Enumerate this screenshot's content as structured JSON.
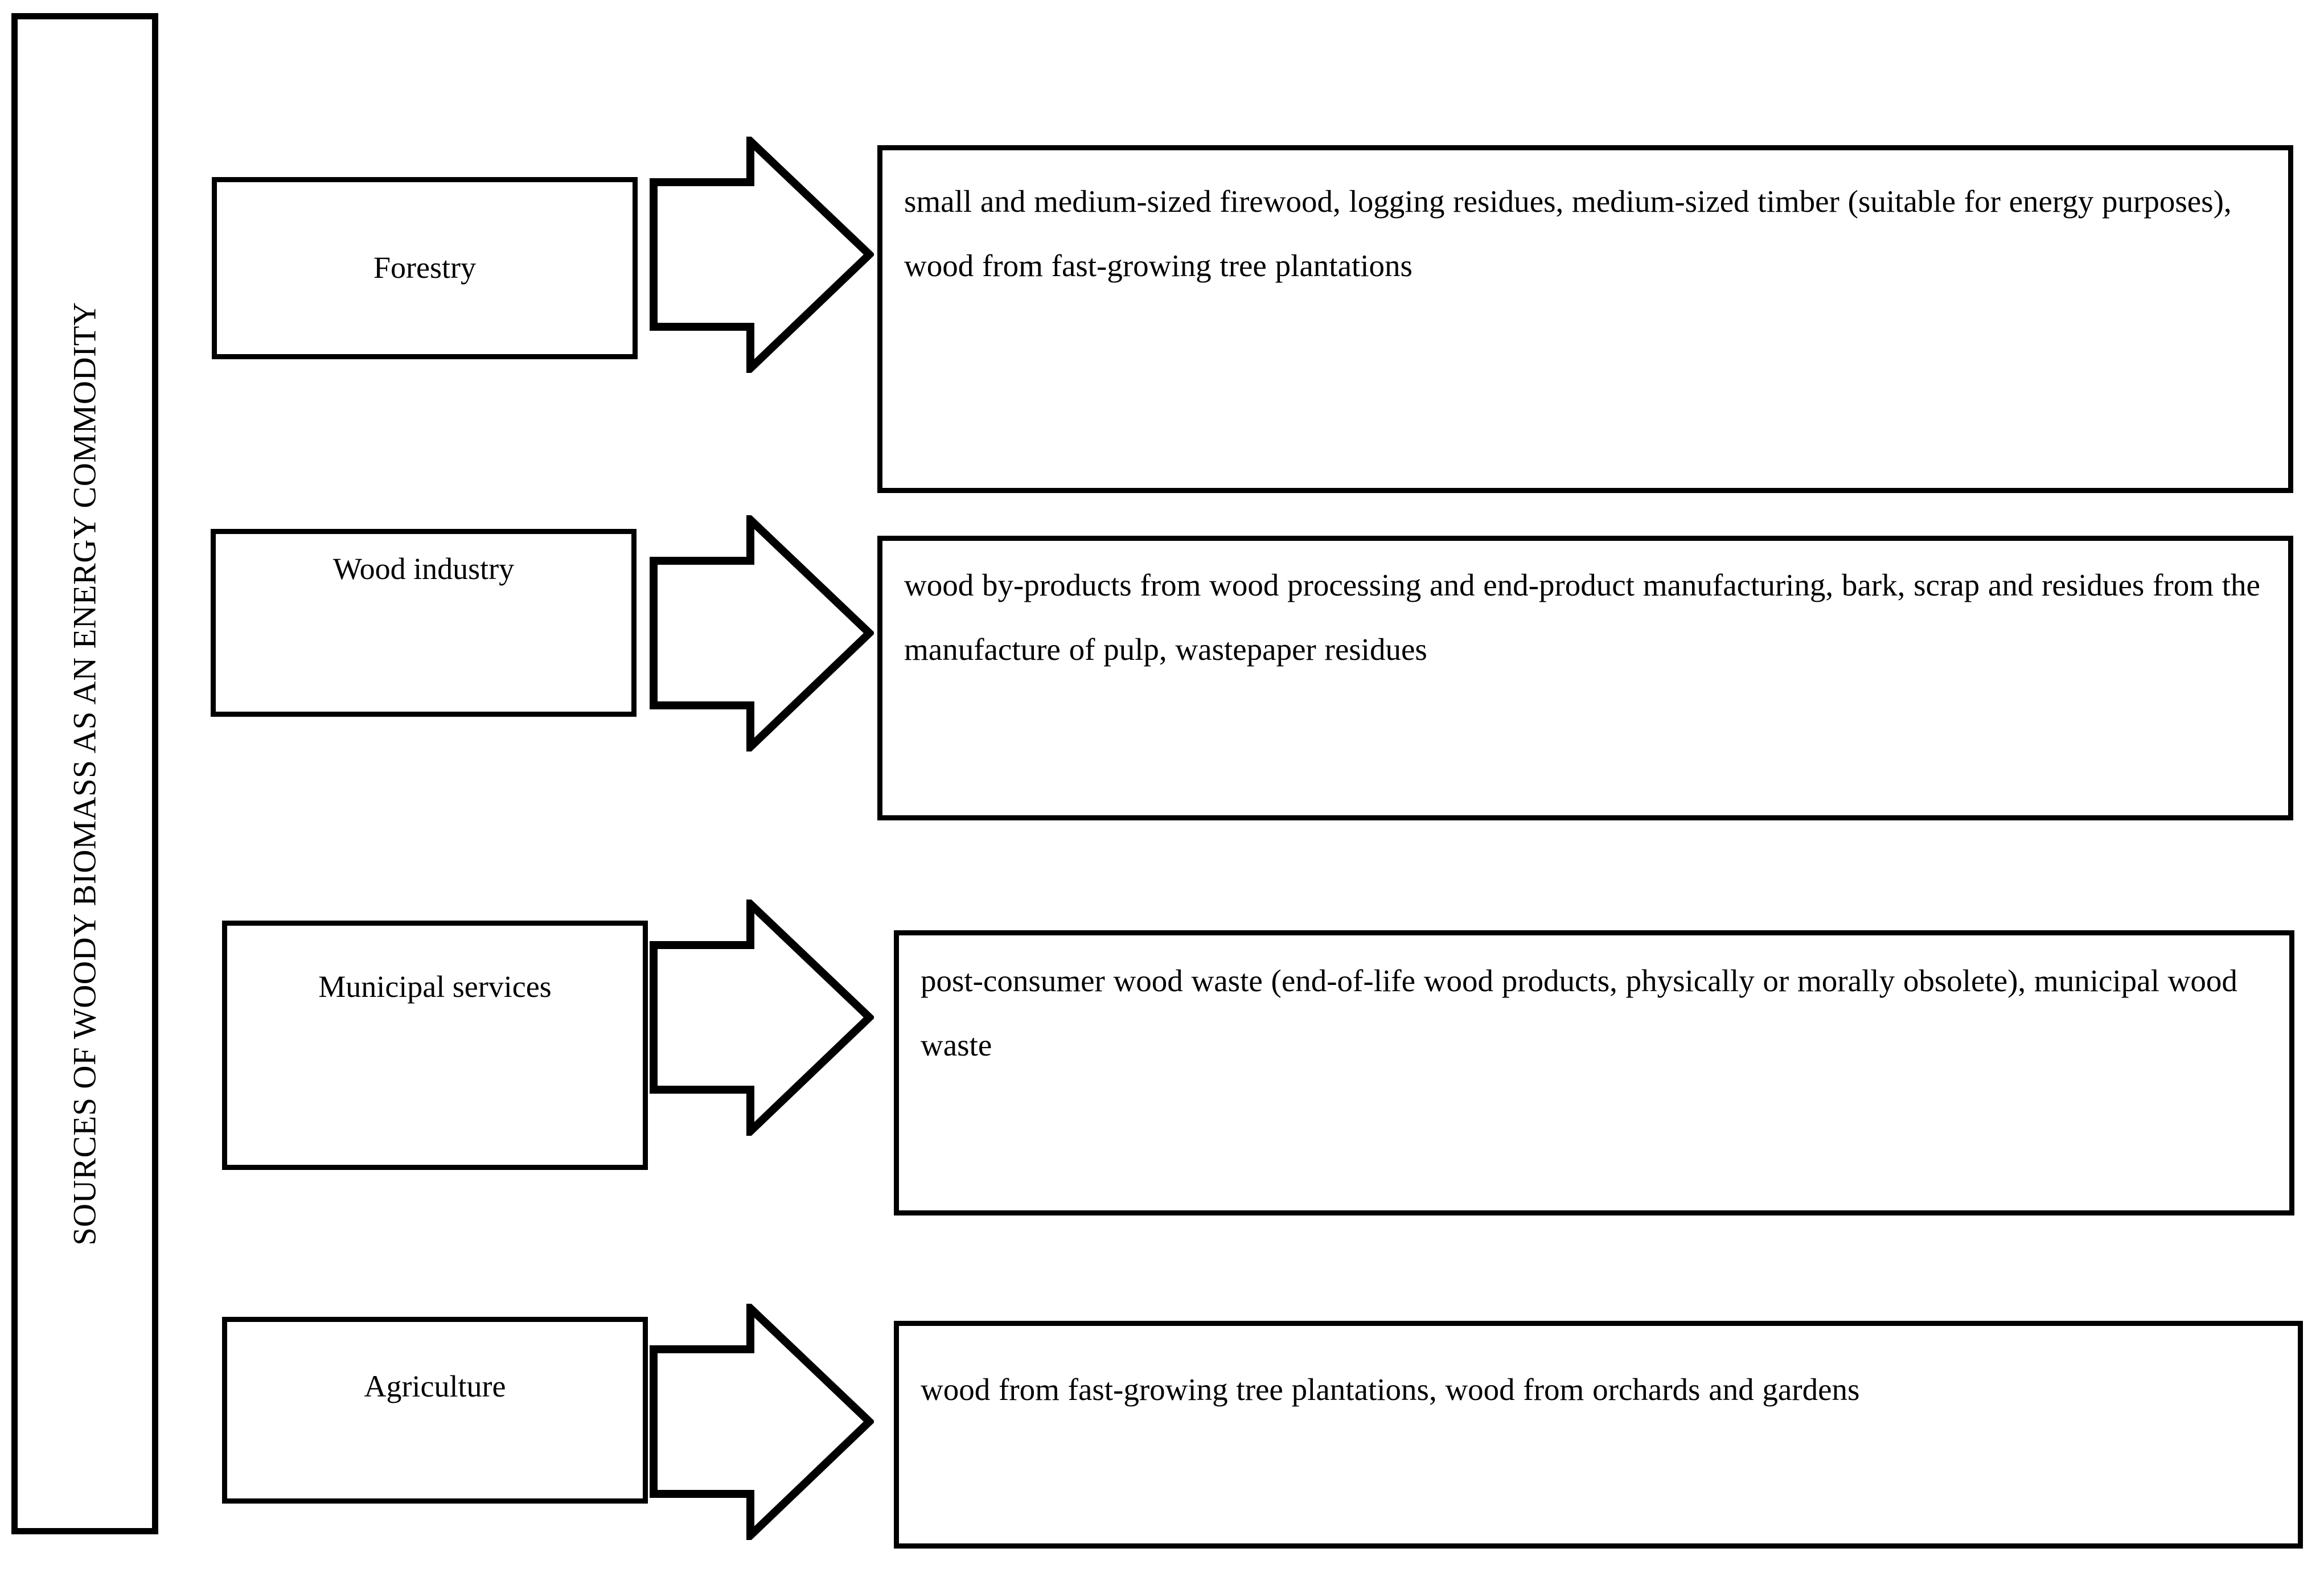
{
  "diagram": {
    "title": "SOURCES OF WOODY BIOMASS AS AN ENERGY COMMODITY",
    "colors": {
      "background": "#ffffff",
      "stroke": "#000000",
      "text": "#000000"
    },
    "arrow_icon_name": "right-block-arrow-icon",
    "rows": [
      {
        "source": "Forestry",
        "description": "small and medium-sized firewood, logging residues, medium-sized timber (suitable for energy purposes), wood from fast-growing tree plantations"
      },
      {
        "source": "Wood industry",
        "description": "wood by-products from wood processing and end-product manufacturing, bark, scrap and residues from the manufacture of pulp, wastepaper residues"
      },
      {
        "source": "Municipal services",
        "description": "post-consumer wood waste (end-of-life wood products, physically or morally obsolete), municipal wood waste"
      },
      {
        "source": "Agriculture",
        "description": "wood from fast-growing tree plantations, wood from orchards and gardens"
      }
    ]
  }
}
